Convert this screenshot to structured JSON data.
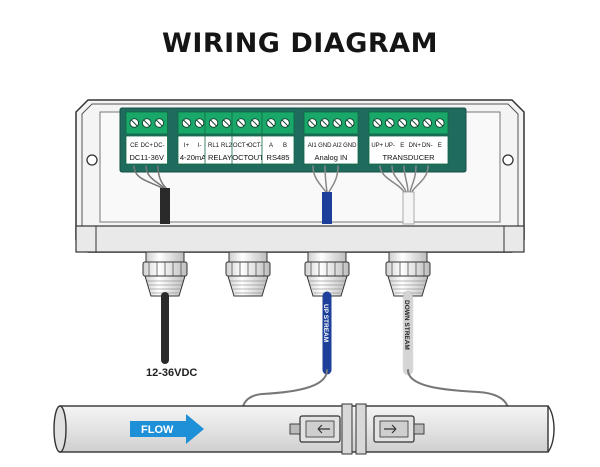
{
  "title": "WIRING DIAGRAM",
  "colors": {
    "board": "#1f6b5e",
    "terminal": "#1aa86a",
    "enclosure": "#f2f2f2",
    "outline": "#333333",
    "blue_cable": "#1c3f9a",
    "black_cable": "#2a2a2a",
    "white_cable": "#f5f5f5",
    "pipe": "#e6e6e6",
    "flow_arrow": "#1e90d8"
  },
  "terminal_groups": [
    {
      "id": "power",
      "pins": [
        "CE",
        "DC+",
        "DC-"
      ],
      "caption": "DC11-36V"
    },
    {
      "id": "current",
      "pins": [
        "I+",
        "I-"
      ],
      "caption": "4-20mA"
    },
    {
      "id": "relay",
      "pins": [
        "RL1",
        "RL2"
      ],
      "caption": "RELAY"
    },
    {
      "id": "octout",
      "pins": [
        "OCT+",
        "OCT-"
      ],
      "caption": "OCTOUT"
    },
    {
      "id": "rs485",
      "pins": [
        "A",
        "B"
      ],
      "caption": "RS485"
    },
    {
      "id": "analog",
      "pins": [
        "AI1",
        "GND",
        "AI2",
        "GND"
      ],
      "caption": "Analog IN"
    },
    {
      "id": "transducer",
      "pins": [
        "UP+",
        "UP-",
        "E",
        "DN+",
        "DN-",
        "E"
      ],
      "caption": "TRANSDUCER"
    }
  ],
  "labels": {
    "power_supply": "12-36VDC",
    "up_stream": "UP STREAM",
    "down_stream": "DOWN STREAM",
    "flow": "FLOW"
  },
  "icons": [
    "screw-terminal-icon",
    "cable-gland-icon",
    "mounting-hole-icon",
    "flow-arrow-icon",
    "transducer-icon"
  ]
}
